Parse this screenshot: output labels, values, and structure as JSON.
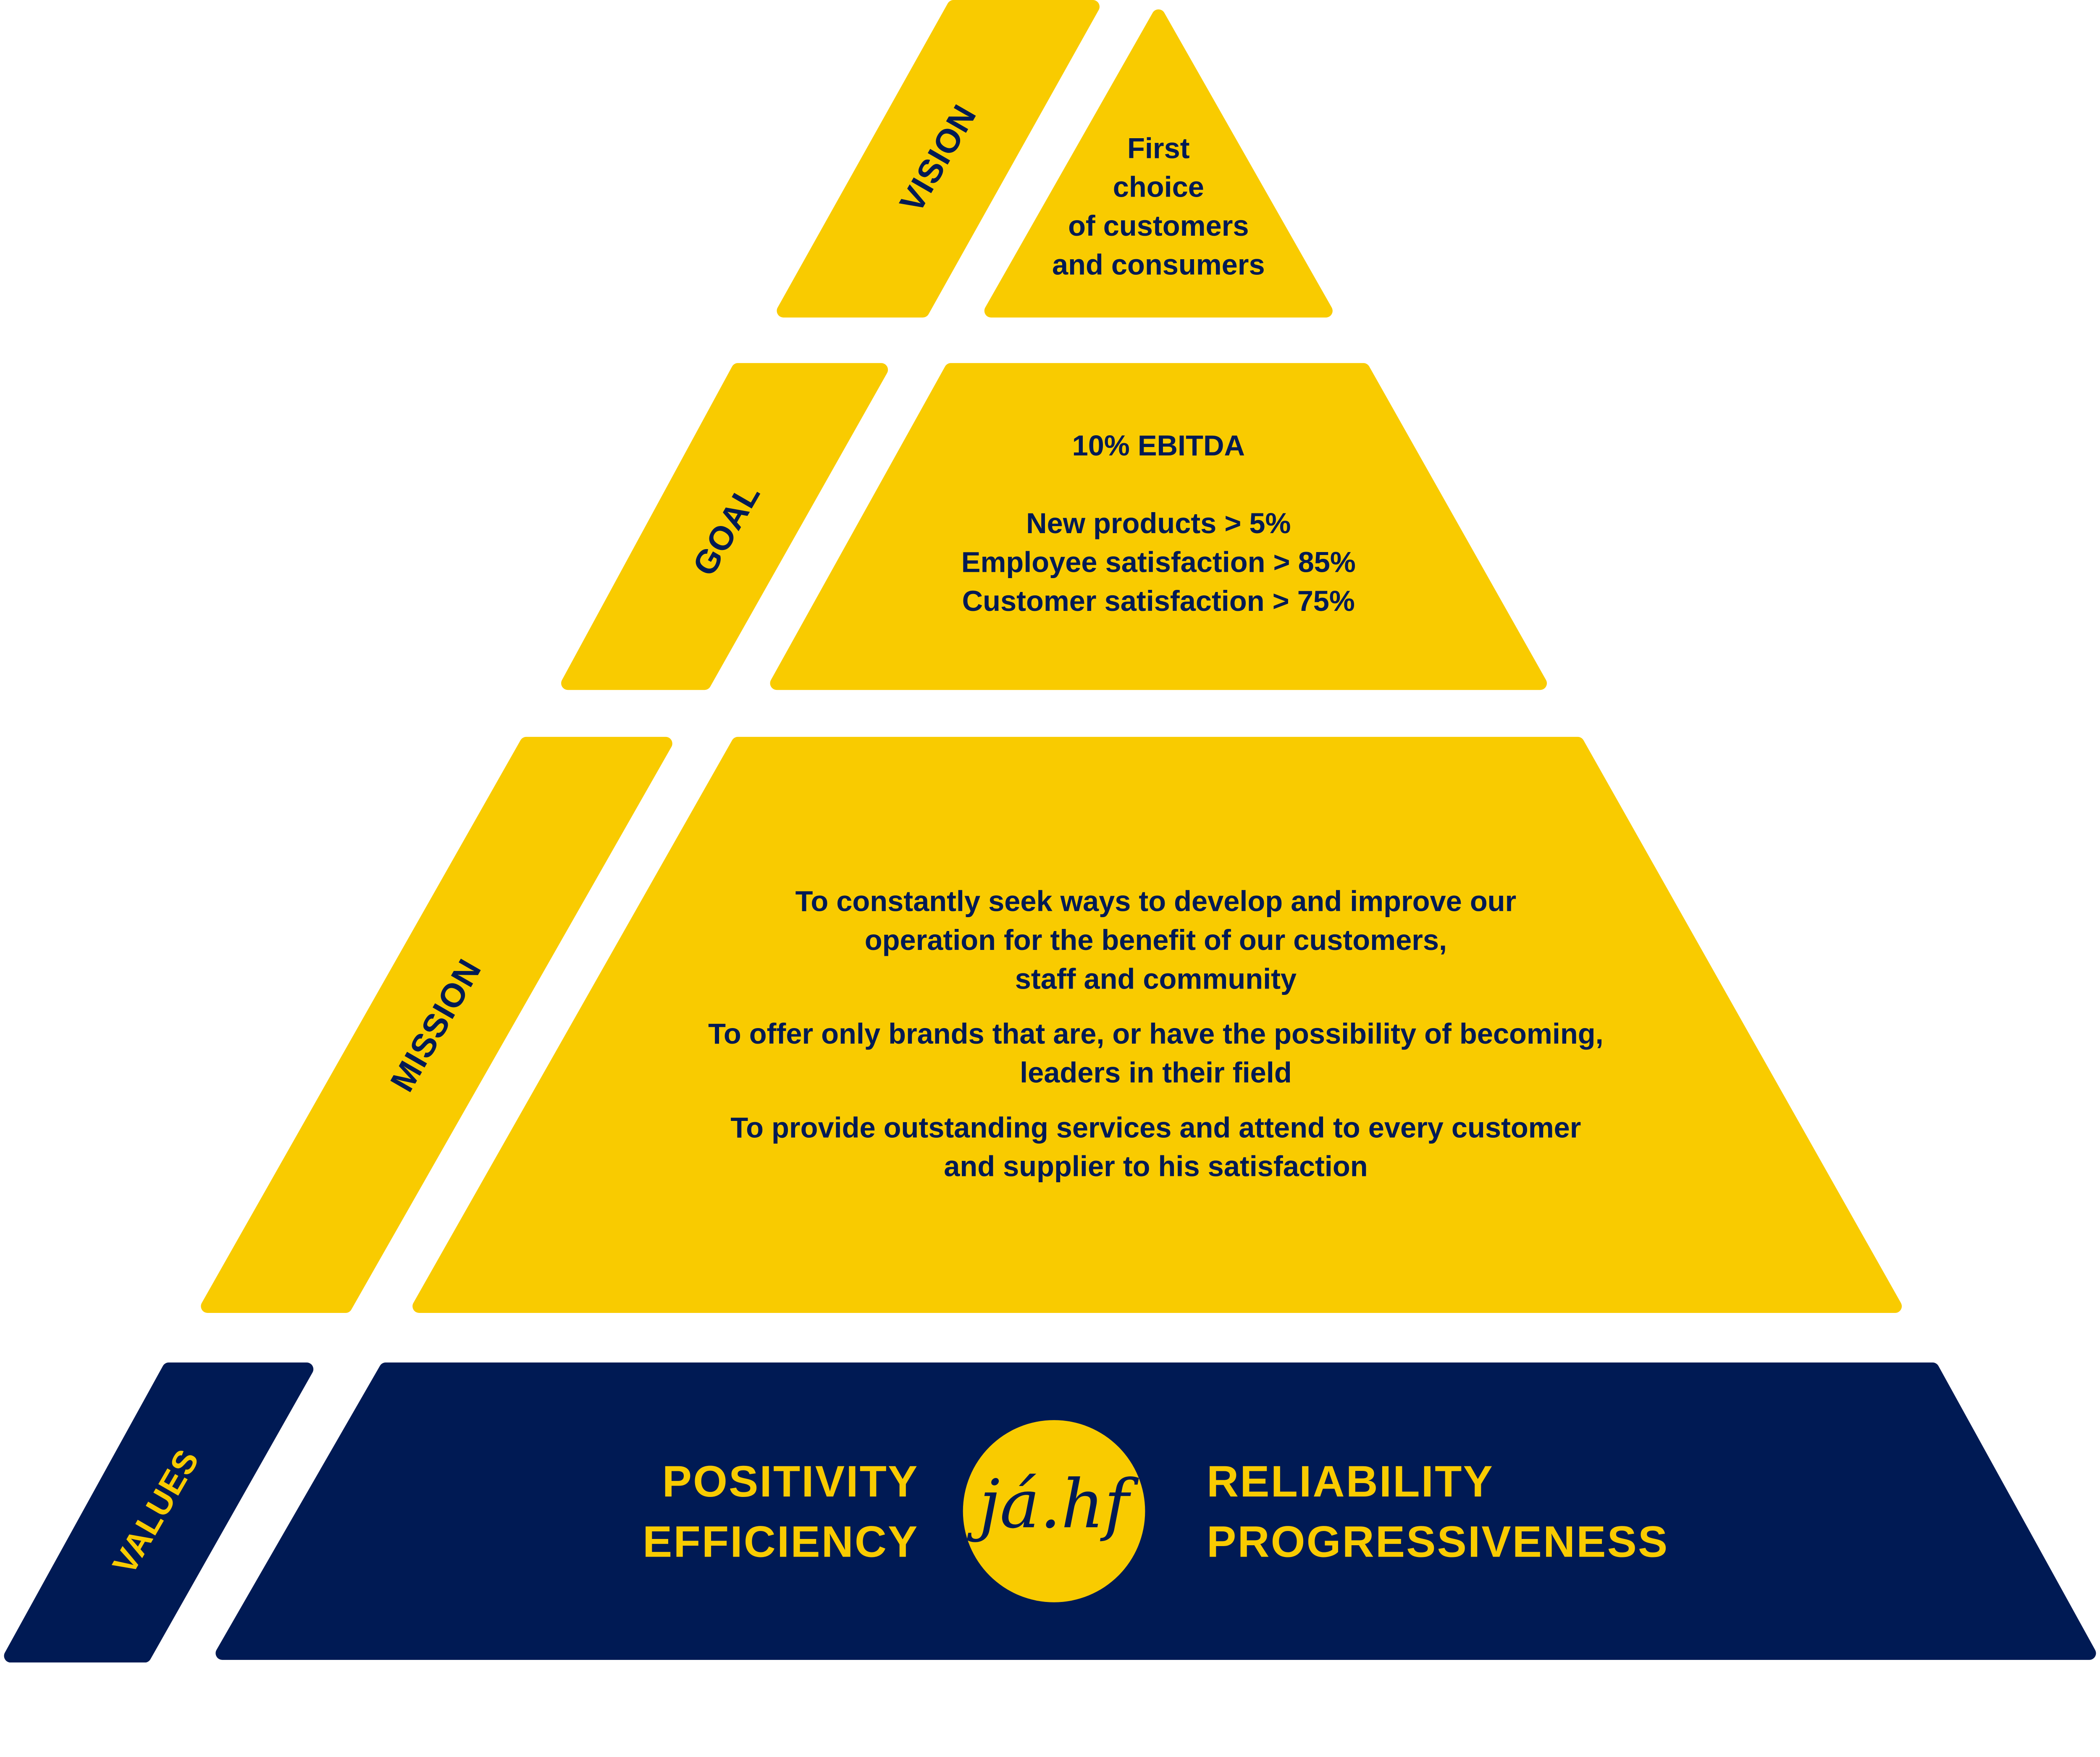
{
  "colors": {
    "accent_yellow": "#F9CB00",
    "navy": "#001A54"
  },
  "vision": {
    "label": "VISION",
    "lines": [
      "First",
      "choice",
      "of customers",
      "and consumers"
    ]
  },
  "goal": {
    "label": "GOAL",
    "headline": "10% EBITDA",
    "lines": [
      "New products > 5%",
      "Employee satisfaction > 85%",
      "Customer satisfaction > 75%"
    ]
  },
  "mission": {
    "label": "MISSION",
    "lines": [
      "To constantly seek ways to develop and improve our",
      "operation for the benefit of our customers,",
      "staff and community",
      "To offer only brands that are, or have the possibility of becoming,",
      "leaders in their field",
      "To provide outstanding services and attend to every customer",
      "and supplier to his satisfaction"
    ]
  },
  "values": {
    "label": "VALUES",
    "left": [
      "POSITIVITY",
      "EFFICIENCY"
    ],
    "right": [
      "RELIABILITY",
      "PROGRESSIVENESS"
    ],
    "logo_text": "já.hf"
  }
}
